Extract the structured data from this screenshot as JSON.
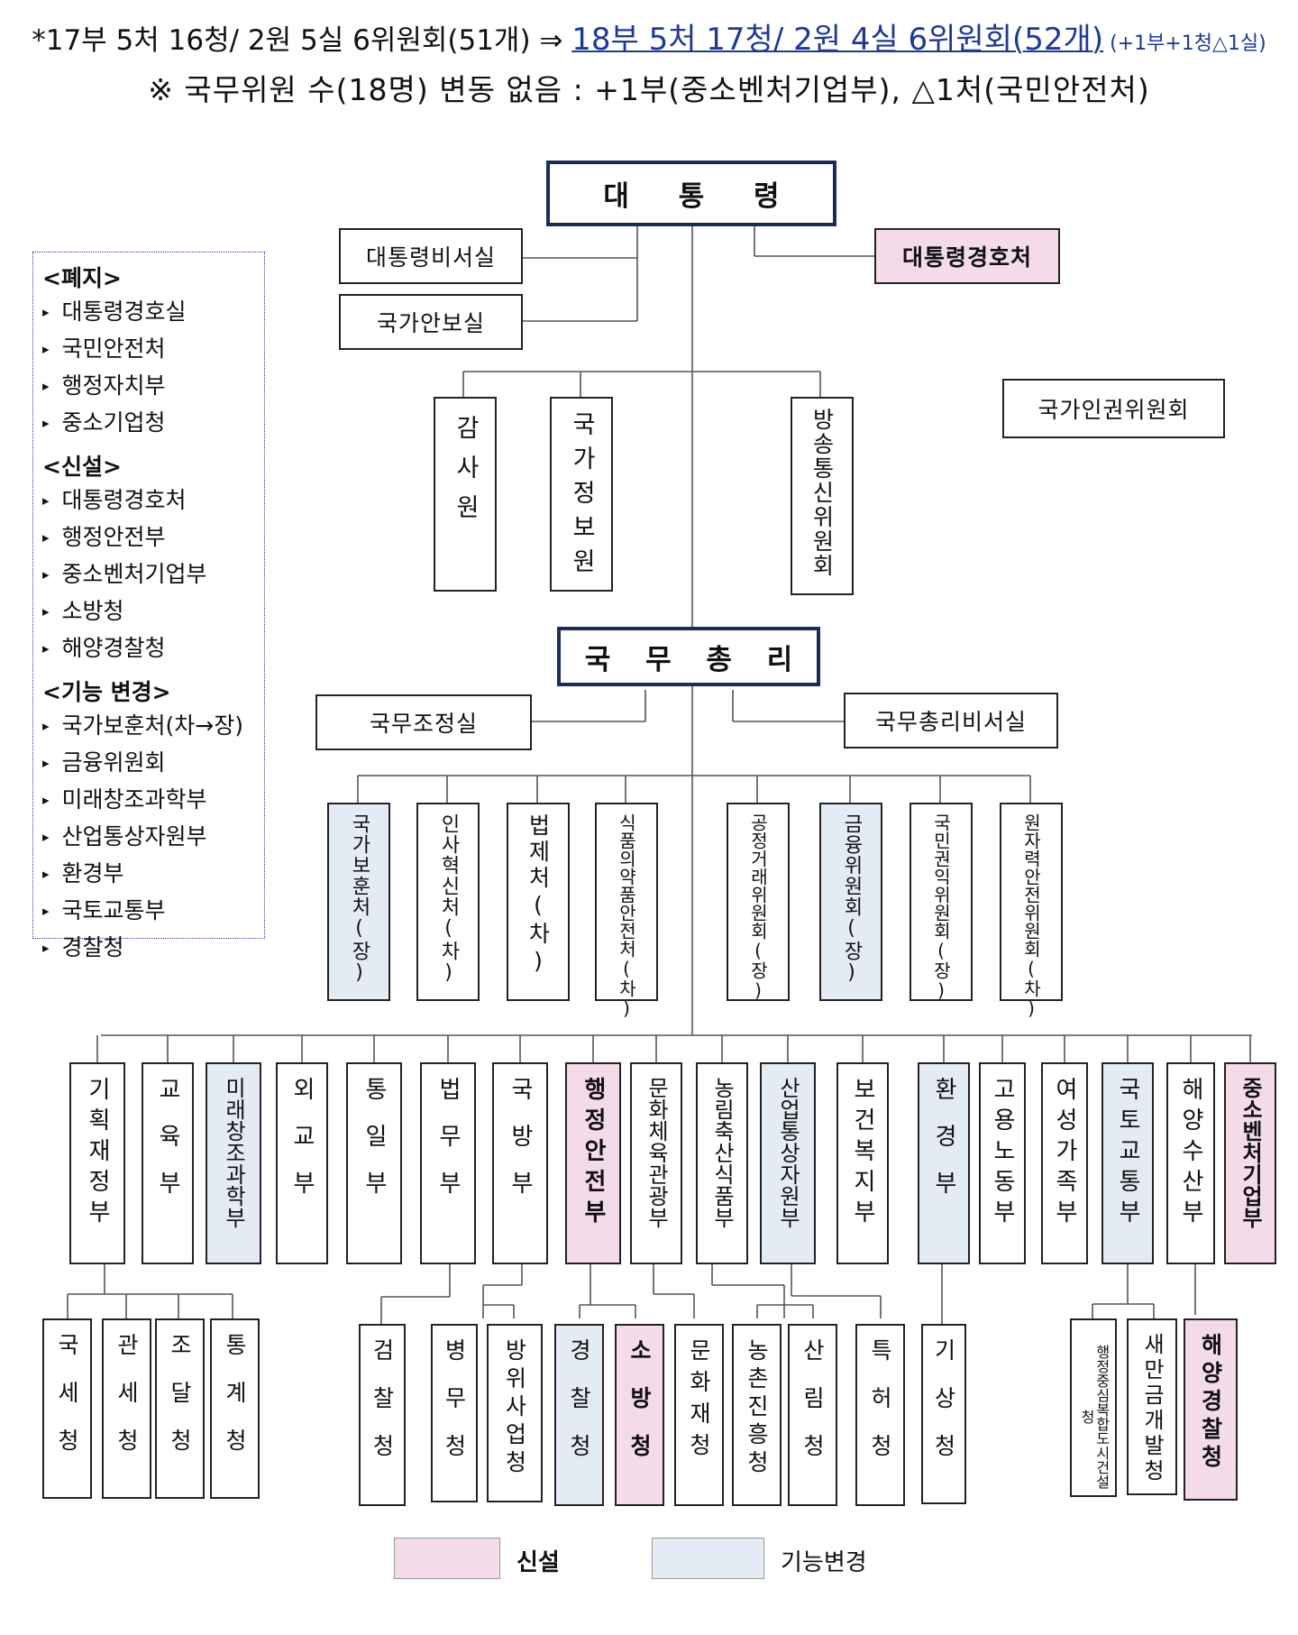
{
  "header": {
    "line1_before": "*17부 5처 16청/ 2원 5실 6위원회(51개) ⇒ ",
    "line1_highlight": "18부 5처 17청/ 2원 4실 6위원회(52개)",
    "line1_note": " (+1부+1청△1실)",
    "line2": "※ 국무위원 수(18명) 변동 없음 : +1부(중소벤처기업부), △1처(국민안전처)"
  },
  "colors": {
    "new": "#f3dbea",
    "changed": "#e4ebf4",
    "header_highlight": "#1f3a93",
    "top_border": "#1a2d5a"
  },
  "side_panel": {
    "sections": [
      {
        "title": "<폐지>",
        "items": [
          "대통령경호실",
          "국민안전처",
          "행정자치부",
          "중소기업청"
        ]
      },
      {
        "title": "<신설>",
        "items": [
          "대통령경호처",
          "행정안전부",
          "중소벤처기업부",
          "소방청",
          "해양경찰청"
        ]
      },
      {
        "title": "<기능 변경>",
        "items": [
          "국가보훈처(차→장)",
          "금융위원회",
          "미래창조과학부",
          "산업통상자원부",
          "환경부",
          "국토교통부",
          "경찰청"
        ]
      }
    ]
  },
  "top": {
    "president": "대 통 령",
    "secretariat": "대통령비서실",
    "security": "국가안보실",
    "security_service": "대통령경호처",
    "human_rights": "국가인권위원회",
    "audit": "감사원",
    "nis": "국가정보원",
    "kcc": "방송통신위원회",
    "pm": "국 무 총 리",
    "policy_coord": "국무조정실",
    "pm_secretariat": "국무총리비서실"
  },
  "ministries_of_pm": [
    {
      "label": "국가보훈처(장)",
      "status": "changed"
    },
    {
      "label": "인사혁신처(차)",
      "status": "none"
    },
    {
      "label": "법제처(차)",
      "status": "none"
    },
    {
      "label": "식품의약품안전처(차)",
      "status": "none"
    },
    {
      "label": "공정거래위원회(장)",
      "status": "none"
    },
    {
      "label": "금융위원회(장)",
      "status": "changed"
    },
    {
      "label": "국민권익위원회(장)",
      "status": "none"
    },
    {
      "label": "원자력안전위원회(차)",
      "status": "none"
    }
  ],
  "ministries": [
    {
      "label": "기획재정부",
      "status": "none"
    },
    {
      "label": "교육부",
      "status": "none"
    },
    {
      "label": "미래창조과학부",
      "status": "changed"
    },
    {
      "label": "외교부",
      "status": "none"
    },
    {
      "label": "통일부",
      "status": "none"
    },
    {
      "label": "법무부",
      "status": "none"
    },
    {
      "label": "국방부",
      "status": "none"
    },
    {
      "label": "행정안전부",
      "status": "new"
    },
    {
      "label": "문화체육관광부",
      "status": "none"
    },
    {
      "label": "농림축산식품부",
      "status": "none"
    },
    {
      "label": "산업통상자원부",
      "status": "changed"
    },
    {
      "label": "보건복지부",
      "status": "none"
    },
    {
      "label": "환경부",
      "status": "changed"
    },
    {
      "label": "고용노동부",
      "status": "none"
    },
    {
      "label": "여성가족부",
      "status": "none"
    },
    {
      "label": "국토교통부",
      "status": "changed"
    },
    {
      "label": "해양수산부",
      "status": "none"
    },
    {
      "label": "중소벤처기업부",
      "status": "new"
    }
  ],
  "agencies": [
    {
      "label": "국세청",
      "status": "none"
    },
    {
      "label": "관세청",
      "status": "none"
    },
    {
      "label": "조달청",
      "status": "none"
    },
    {
      "label": "통계청",
      "status": "none"
    },
    {
      "label": "검찰청",
      "status": "none"
    },
    {
      "label": "병무청",
      "status": "none"
    },
    {
      "label": "방위사업청",
      "status": "none"
    },
    {
      "label": "경찰청",
      "status": "changed"
    },
    {
      "label": "소방청",
      "status": "new"
    },
    {
      "label": "문화재청",
      "status": "none"
    },
    {
      "label": "농촌진흥청",
      "status": "none"
    },
    {
      "label": "산림청",
      "status": "none"
    },
    {
      "label": "특허청",
      "status": "none"
    },
    {
      "label": "기상청",
      "status": "none"
    },
    {
      "label": "행정중심복합도시건설청",
      "status": "none"
    },
    {
      "label": "새만금개발청",
      "status": "none"
    },
    {
      "label": "해양경찰청",
      "status": "new"
    }
  ],
  "legend": {
    "new": "신설",
    "changed": "기능변경"
  }
}
